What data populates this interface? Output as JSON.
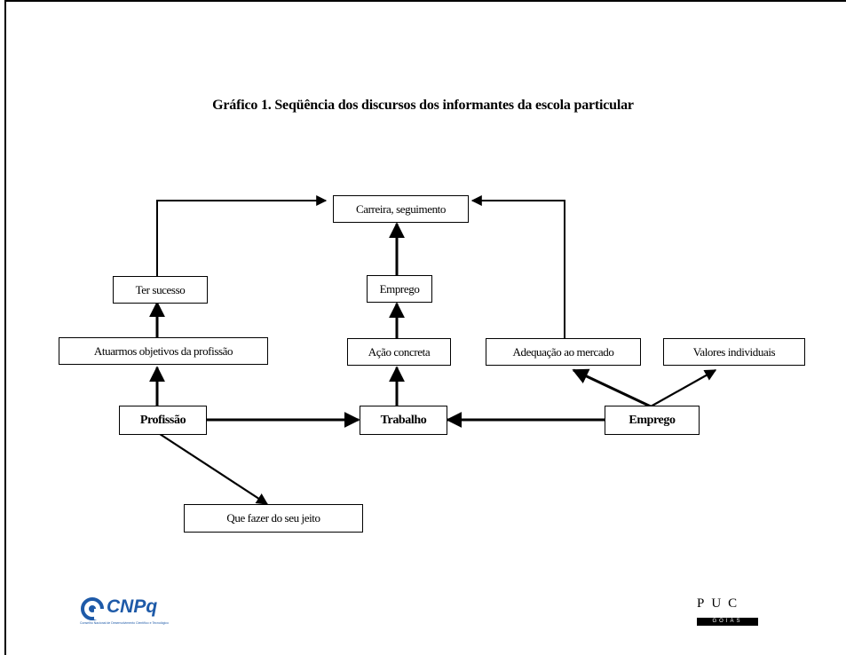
{
  "title": "Gráfico 1. Seqüência dos discursos dos informantes da escola particular",
  "nodes": {
    "carreira": "Carreira, seguimento",
    "ter_sucesso": "Ter sucesso",
    "emprego_top": "Emprego",
    "atuar_objetivos": "Atuarmos objetivos da profissão",
    "acao_concreta": "Ação concreta",
    "adequacao": "Adequação ao mercado",
    "valores": "Valores individuais",
    "profissao": "Profissão",
    "trabalho": "Trabalho",
    "emprego_bottom": "Emprego",
    "que_fazer": "Que fazer do seu jeito"
  },
  "logos": {
    "cnpq": "CNPq",
    "cnpq_subtitle": "Conselho Nacional de Desenvolvimento Científico e Tecnológico",
    "puc": "PUC",
    "puc_subtitle": "GOIÁS"
  },
  "colors": {
    "cnpq_blue": "#1e5aa8",
    "line": "#000000"
  }
}
